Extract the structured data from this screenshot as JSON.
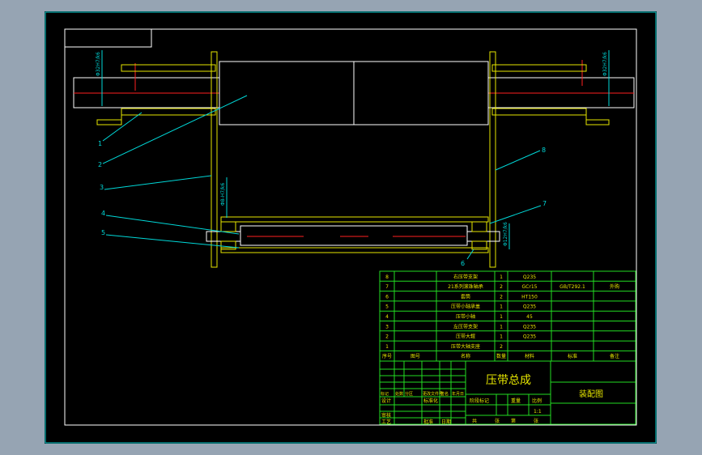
{
  "title_block": {
    "assembly_name": "压带总成",
    "drawing_type": "装配图",
    "scale": "1:1",
    "labels": {
      "process": "工艺",
      "review": "审核",
      "design": "设计",
      "standardize": "标准化",
      "approve": "批准",
      "date": "日期",
      "stage_mark": "阶段标记",
      "weight": "重量",
      "scale": "比例",
      "total": "共",
      "sheet": "张",
      "page": "第",
      "page_unit": "张",
      "mark": "标记",
      "count": "处数",
      "zone": "分区",
      "change_doc": "更改文件号",
      "signature": "签名",
      "ymd": "年月日"
    }
  },
  "bom": {
    "headers": [
      "序号",
      "图号",
      "名称",
      "数量",
      "材料",
      "标准",
      "备注"
    ],
    "rows": [
      {
        "no": "8",
        "code": "",
        "name": "右压带支架",
        "qty": "1",
        "material": "Q235",
        "standard": "",
        "note": ""
      },
      {
        "no": "7",
        "code": "",
        "name": "21系列滚珠轴承",
        "qty": "2",
        "material": "GCr15",
        "standard": "GB/T292.1",
        "note": "外购"
      },
      {
        "no": "6",
        "code": "",
        "name": "套筒",
        "qty": "2",
        "material": "HT150",
        "standard": "",
        "note": ""
      },
      {
        "no": "5",
        "code": "",
        "name": "压带小轴承盖",
        "qty": "1",
        "material": "Q235",
        "standard": "",
        "note": ""
      },
      {
        "no": "4",
        "code": "",
        "name": "压带小轴",
        "qty": "1",
        "material": "45",
        "standard": "",
        "note": ""
      },
      {
        "no": "3",
        "code": "",
        "name": "左压带支架",
        "qty": "1",
        "material": "Q235",
        "standard": "",
        "note": ""
      },
      {
        "no": "2",
        "code": "",
        "name": "压带大辊",
        "qty": "1",
        "material": "Q235",
        "standard": "",
        "note": ""
      },
      {
        "no": "1",
        "code": "",
        "name": "压带大轴支座",
        "qty": "2",
        "material": "",
        "standard": "",
        "note": ""
      }
    ]
  },
  "callouts": [
    "1",
    "2",
    "3",
    "4",
    "5",
    "6",
    "7",
    "8"
  ],
  "dimensions": {
    "left_shaft": "Φ32H7/k6",
    "right_shaft": "Φ32H7/k6",
    "left_bearing": "Φ8-H7/k6",
    "right_small": "Φ12H7/k6"
  },
  "colors": {
    "frame": "#ffffff",
    "parts": "#e6e600",
    "table": "#22dd22",
    "leaders": "#00d8d8",
    "centerlines": "#ff2020",
    "background": "#000000"
  }
}
